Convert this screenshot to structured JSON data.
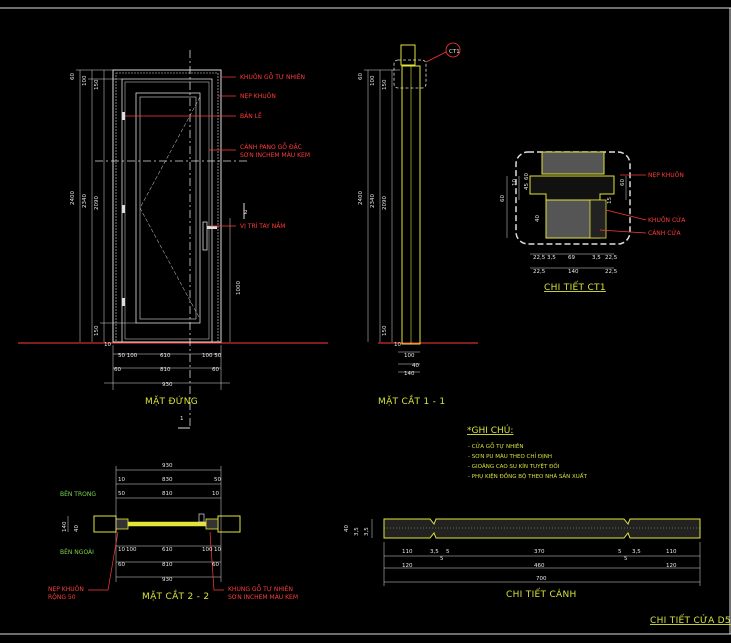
{
  "titles": {
    "elevation": "MẶT ĐỨNG",
    "section1": "MẶT CẮT 1 - 1",
    "detail_ct1": "CHI TIẾT CT1",
    "section2": "MẶT CẮT 2 - 2",
    "leaf_detail": "CHI TIẾT CÁNH",
    "sheet": "CHI TIẾT CỬA D5"
  },
  "elevation": {
    "callouts": [
      "KHUÔN GỖ TỰ NHIÊN",
      "NẸP KHUÔN",
      "BẢN LỀ",
      "CÁNH PANO GỖ ĐẶC",
      "SƠN INCHEM MÀU KEM",
      "VỊ TRÍ TAY NẮM"
    ],
    "dims_left": [
      "2400",
      "2340",
      "2090",
      "60",
      "100",
      "150",
      "150",
      "10"
    ],
    "dim_handle": "1000",
    "dims_bottom": [
      "50 100",
      "610",
      "100 50",
      "60",
      "810",
      "60",
      "930"
    ],
    "section_mark_1": "1",
    "section_mark_2": "2"
  },
  "section1": {
    "dims_left": [
      "2400",
      "2340",
      "2090",
      "60",
      "100",
      "150",
      "150",
      "10"
    ],
    "dims_bottom": [
      "100",
      "40",
      "140"
    ],
    "detail_tag": "CT1"
  },
  "detail_ct1": {
    "callouts": [
      "NẸP KHUÔN",
      "KHUÔN CỬA",
      "CÁNH CỬA"
    ],
    "dims_left": [
      "60",
      "10",
      "45",
      "60",
      "40"
    ],
    "dims_right": [
      "60",
      "15"
    ],
    "dims_bottom": [
      "22,5",
      "3,5",
      "69",
      "3,5",
      "22,5",
      "22,5",
      "140",
      "22,5"
    ]
  },
  "notes": {
    "heading": "*GHI CHÚ:",
    "items": [
      "- CỬA GỖ TỰ NHIÊN",
      "- SƠN PU MÀU THEO CHỈ ĐỊNH",
      "- GIOĂNG CAO SU KÍN TUYỆT ĐỐI",
      "- PHỤ KIỆN ĐỒNG BỘ THEO NHÀ SẢN XUẤT"
    ]
  },
  "section2": {
    "side_inside": "BÊN TRONG",
    "side_outside": "BÊN NGOÀI",
    "callout_left": [
      "NẸP KHUÔN",
      "RỘNG 50"
    ],
    "callout_right": [
      "KHUNG GỖ TỰ NHIÊN",
      "SƠN INCHEM MÀU KEM"
    ],
    "dims_top": [
      "930",
      "10",
      "830",
      "50",
      "50",
      "810",
      "10"
    ],
    "dim_left": "140",
    "dim_left2": "40",
    "dims_bottom": [
      "10",
      "100",
      "610",
      "100",
      "10",
      "60",
      "810",
      "60",
      "930"
    ]
  },
  "leaf_detail": {
    "dims_left": [
      "40",
      "3,5",
      "3,5"
    ],
    "dims_row1": [
      "110",
      "3,5",
      "5",
      "370",
      "5",
      "3,5",
      "110"
    ],
    "dims_row1b": [
      "5",
      "5"
    ],
    "dims_row2": [
      "120",
      "460",
      "120"
    ],
    "dims_row3": "700"
  },
  "colors": {
    "background": "#000000",
    "drawing_lines": "#dddddd",
    "section_outline": "#e4e43a",
    "callout_text": "#ff3b3b",
    "side_label_text": "#7bd64a",
    "title_text": "#d8e23a"
  }
}
